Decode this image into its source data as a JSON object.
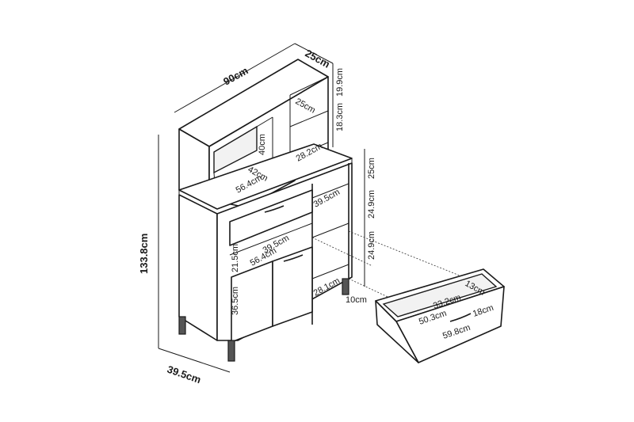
{
  "dimensions": {
    "width": "90cm",
    "depth_top": "25cm",
    "height": "133.8cm",
    "depth_bottom": "39.5cm",
    "top_shelf_1": "19.9cm",
    "top_shelf_2": "18.3cm",
    "top_inner_depth": "25cm",
    "hutch_height": "40cm",
    "niche_width": "42cm",
    "hutch_right_width": "28.2cm",
    "hutch_inner_width": "56.4cm",
    "right_shelf_top": "25cm",
    "right_shelf_mid": "24.9cm",
    "right_shelf_low": "24.9cm",
    "right_inner_depth": "39.5cm",
    "drawer_front_height": "21.5cm",
    "drawer_inner_depth": "39.5cm",
    "lower_width": "56.4cm",
    "lower_cabinet_height": "36.5cm",
    "right_bottom_width": "28.1cm",
    "leg_height": "10cm",
    "drawer_box_height": "13cm",
    "drawer_box_depth": "33.2cm",
    "drawer_box_width_inner": "50.3cm",
    "drawer_box_front_height": "18cm",
    "drawer_box_width": "59.8cm"
  }
}
